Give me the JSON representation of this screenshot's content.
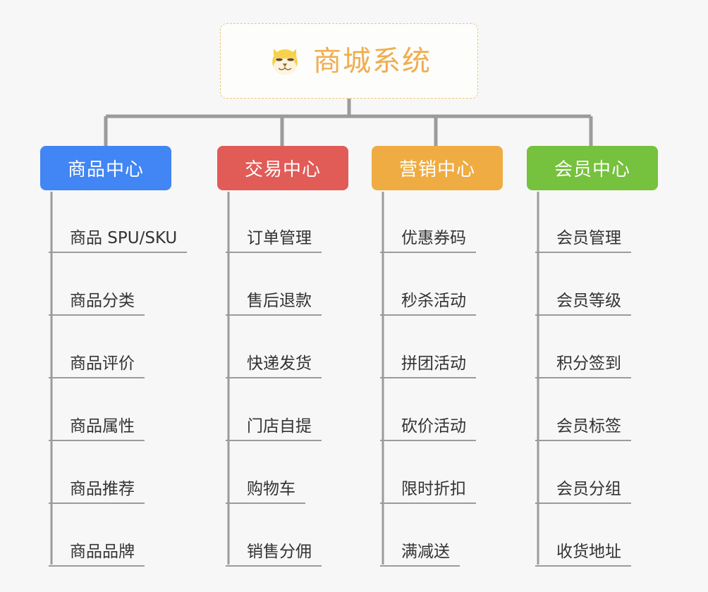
{
  "diagram": {
    "title": "商城系统",
    "background_color": "#f7f7f7",
    "root": {
      "label": "商城系统",
      "icon": "shiba-dog-icon",
      "text_color": "#f0ad4e",
      "border_color": "#f0c675",
      "border_style": "dashed"
    },
    "connector_color": "#9b9b9b",
    "branches": [
      {
        "label": "商品中心",
        "color": "#4285f4",
        "items": [
          "商品 SPU/SKU",
          "商品分类",
          "商品评价",
          "商品属性",
          "商品推荐",
          "商品品牌"
        ]
      },
      {
        "label": "交易中心",
        "color": "#e15b57",
        "items": [
          "订单管理",
          "售后退款",
          "快递发货",
          "门店自提",
          "购物车",
          "销售分佣"
        ]
      },
      {
        "label": "营销中心",
        "color": "#eeac42",
        "items": [
          "优惠券码",
          "秒杀活动",
          "拼团活动",
          "砍价活动",
          "限时折扣",
          "满减送"
        ]
      },
      {
        "label": "会员中心",
        "color": "#76c13d",
        "items": [
          "会员管理",
          "会员等级",
          "积分签到",
          "会员标签",
          "会员分组",
          "收货地址"
        ]
      }
    ]
  }
}
